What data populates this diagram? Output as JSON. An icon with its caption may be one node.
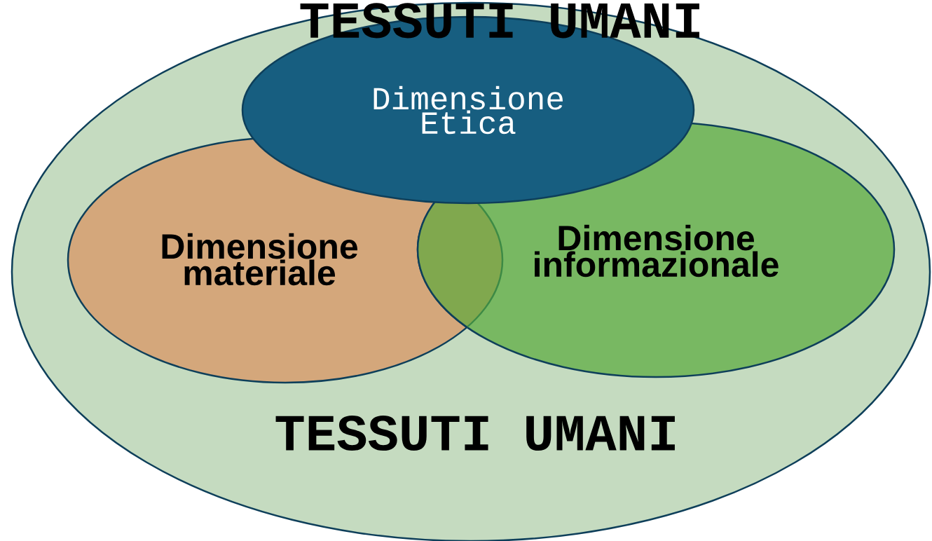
{
  "diagram": {
    "nodes": [
      {
        "text": [
          "TESSUTI UMANI"
        ]
      },
      {
        "text": [
          "Dimensione Etica"
        ],
        "in": 0
      },
      {
        "text": [
          "Dimensione materiale"
        ],
        "in": 0
      },
      {
        "text": [
          "Dimensione informazionale"
        ],
        "in": 0
      }
    ],
    "labels": [
      "TESSUTI UMANI"
    ]
  }
}
